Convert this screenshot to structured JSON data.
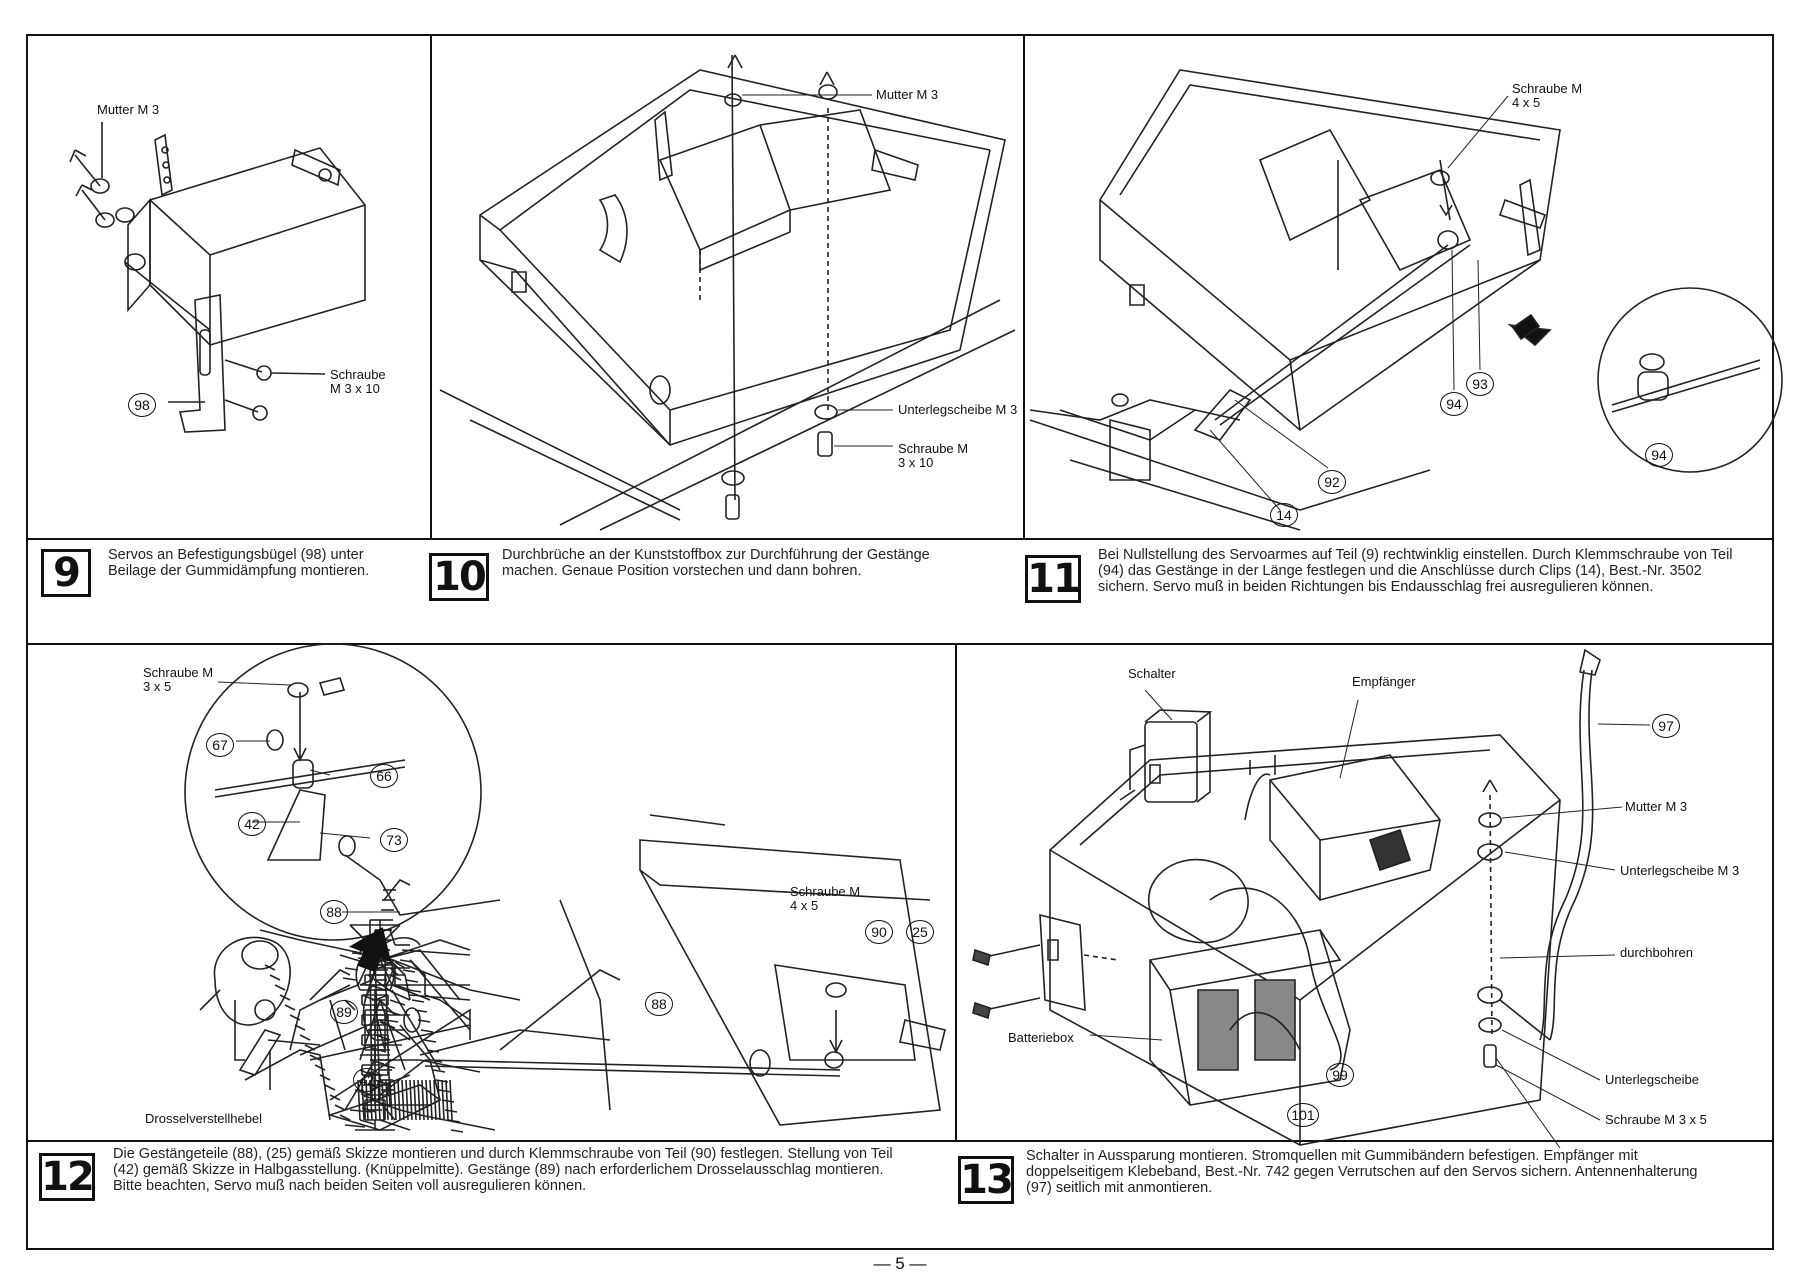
{
  "steps": [
    {
      "number": "9",
      "text": "Servos an Befestigungsbügel (98) unter Beilage der Gummidämpfung montieren.",
      "labels": {
        "nut": "Mutter M 3",
        "screw": "Schraube M 3 x 10"
      },
      "parts": [
        "98"
      ]
    },
    {
      "number": "10",
      "text": "Durchbrüche an der Kunststoffbox zur Durchführung der Gestänge machen. Genaue Position vorstechen und dann bohren.",
      "labels": {
        "nut": "Mutter M 3",
        "washer": "Unterlegscheibe M 3",
        "screw": "Schraube M 3 x 10"
      }
    },
    {
      "number": "11",
      "text": "Bei Nullstellung des Servoarmes auf Teil (9) rechtwinklig einstellen. Durch Klemmschraube von Teil (94) das Gestänge in der Länge festlegen und die Anschlüsse durch Clips (14), Best.-Nr. 3502 sichern. Servo muß in beiden Richtungen bis Endausschlag frei ausregulieren können.",
      "labels": {
        "screw": "Schraube M 4 x 5"
      },
      "parts": [
        "94",
        "93",
        "92",
        "14",
        "94"
      ]
    },
    {
      "number": "12",
      "text": "Die Gestängeteile (88), (25) gemäß Skizze montieren und durch Klemmschraube von Teil (90) festlegen. Stellung von Teil (42) gemäß Skizze in Halbgasstellung. (Knüppelmitte). Gestänge (89) nach erforderlichem Drosselausschlag montieren. Bitte beachten, Servo muß nach beiden Seiten voll ausregulieren können.",
      "labels": {
        "screw_small": "Schraube M 3 x 5",
        "screw_large": "Schraube M 4 x 5",
        "lever": "Drosselverstellhebel"
      },
      "parts": [
        "67",
        "66",
        "42",
        "73",
        "88",
        "90",
        "25",
        "88",
        "89",
        "42"
      ]
    },
    {
      "number": "13",
      "text": "Schalter in Aussparung montieren. Stromquellen mit Gummibändern befestigen. Empfänger mit doppelseitigem Klebeband, Best.-Nr. 742 gegen Verrutschen auf den Servos sichern. Antennenhalterung (97) seitlich mit anmontieren.",
      "labels": {
        "switch": "Schalter",
        "receiver": "Empfänger",
        "nut": "Mutter M 3",
        "washer1": "Unterlegscheibe M 3",
        "drill": "durchbohren",
        "washer2": "Unterlegscheibe",
        "screw": "Schraube M 3 x 5",
        "battery": "Batteriebox"
      },
      "parts": [
        "97",
        "99",
        "101"
      ]
    }
  ],
  "page_number": "— 5 —"
}
